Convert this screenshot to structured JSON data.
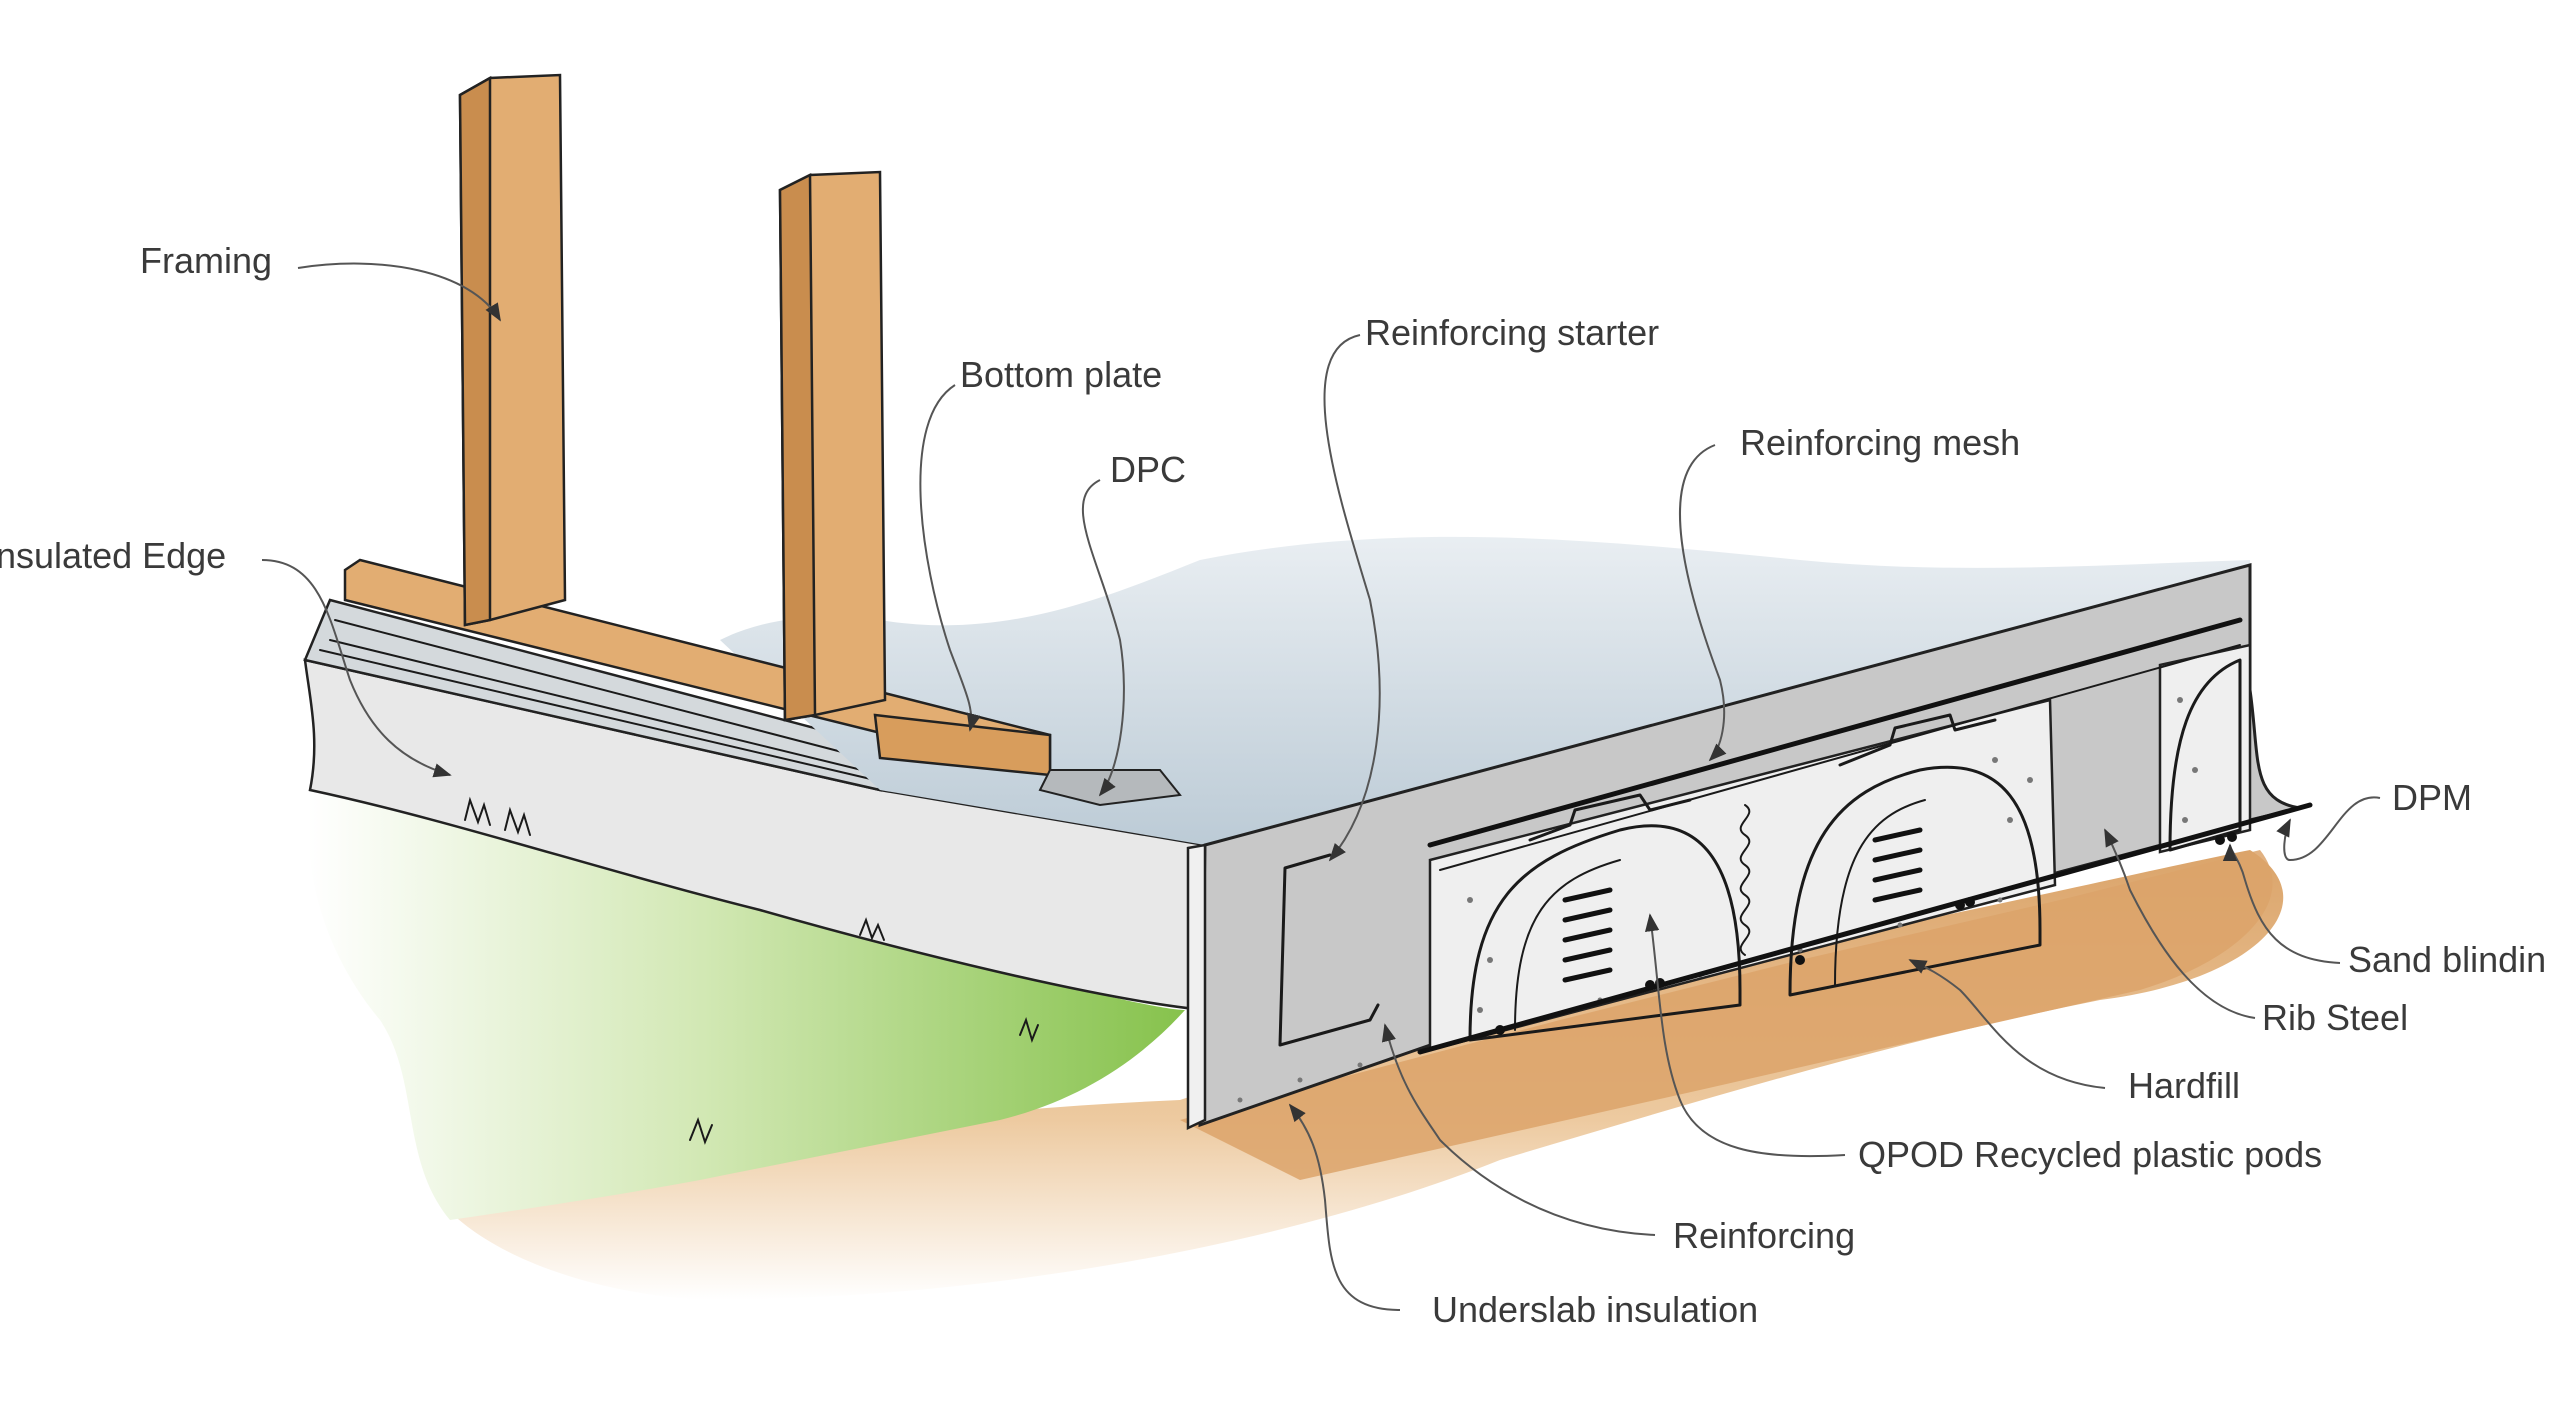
{
  "labels": {
    "framing": "Framing",
    "insulated_edge": "nsulated Edge",
    "bottom_plate": "Bottom plate",
    "dpc": "DPC",
    "reinforcing_starter": "Reinforcing starter",
    "reinforcing_mesh": "Reinforcing mesh",
    "dpm": "DPM",
    "sand_blinding": "Sand blindin",
    "rib_steel": "Rib Steel",
    "hardfill": "Hardfill",
    "qpod": "QPOD Recycled plastic pods",
    "reinforcing": "Reinforcing",
    "underslab_insulation": "Underslab insulation"
  },
  "colors": {
    "timber": "#e2ad72",
    "timber_shade": "#c98d4e",
    "ground": "#e3b27a",
    "grass": "#8cc552",
    "concrete": "#c9c9c9",
    "slab_top": "#c9d6e0",
    "insulation": "#e6e6e6"
  }
}
